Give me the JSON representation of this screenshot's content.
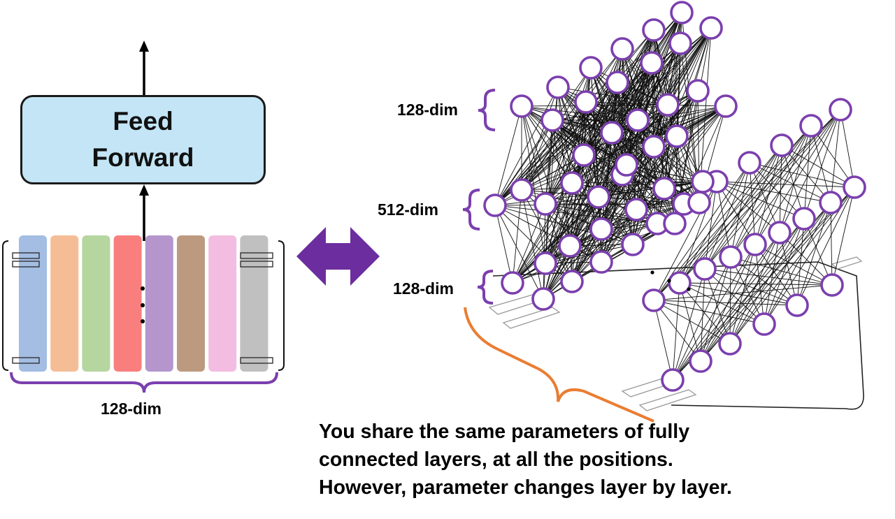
{
  "feed_forward": {
    "line1": "Feed",
    "line2": "Forward"
  },
  "input_width_label": "128-dim",
  "layer_labels": {
    "top": "128-dim",
    "middle": "512-dim",
    "bottom": "128-dim"
  },
  "caption": [
    "You share the same parameters of fully",
    "connected layers, at all the positions.",
    "However, parameter changes layer by layer."
  ],
  "token_colors": [
    "#a3bde3",
    "#f5bd96",
    "#b6d6a0",
    "#f97f7e",
    "#b496cd",
    "#bc9a80",
    "#f2bde0",
    "#c0c0c0"
  ],
  "colors": {
    "neuron": "#7b3fae",
    "double_arrow": "#6c2d9e",
    "brace_purple": "#7b3fae",
    "brace_orange": "#ea7d33",
    "box_fill": "#c3e5f5"
  }
}
